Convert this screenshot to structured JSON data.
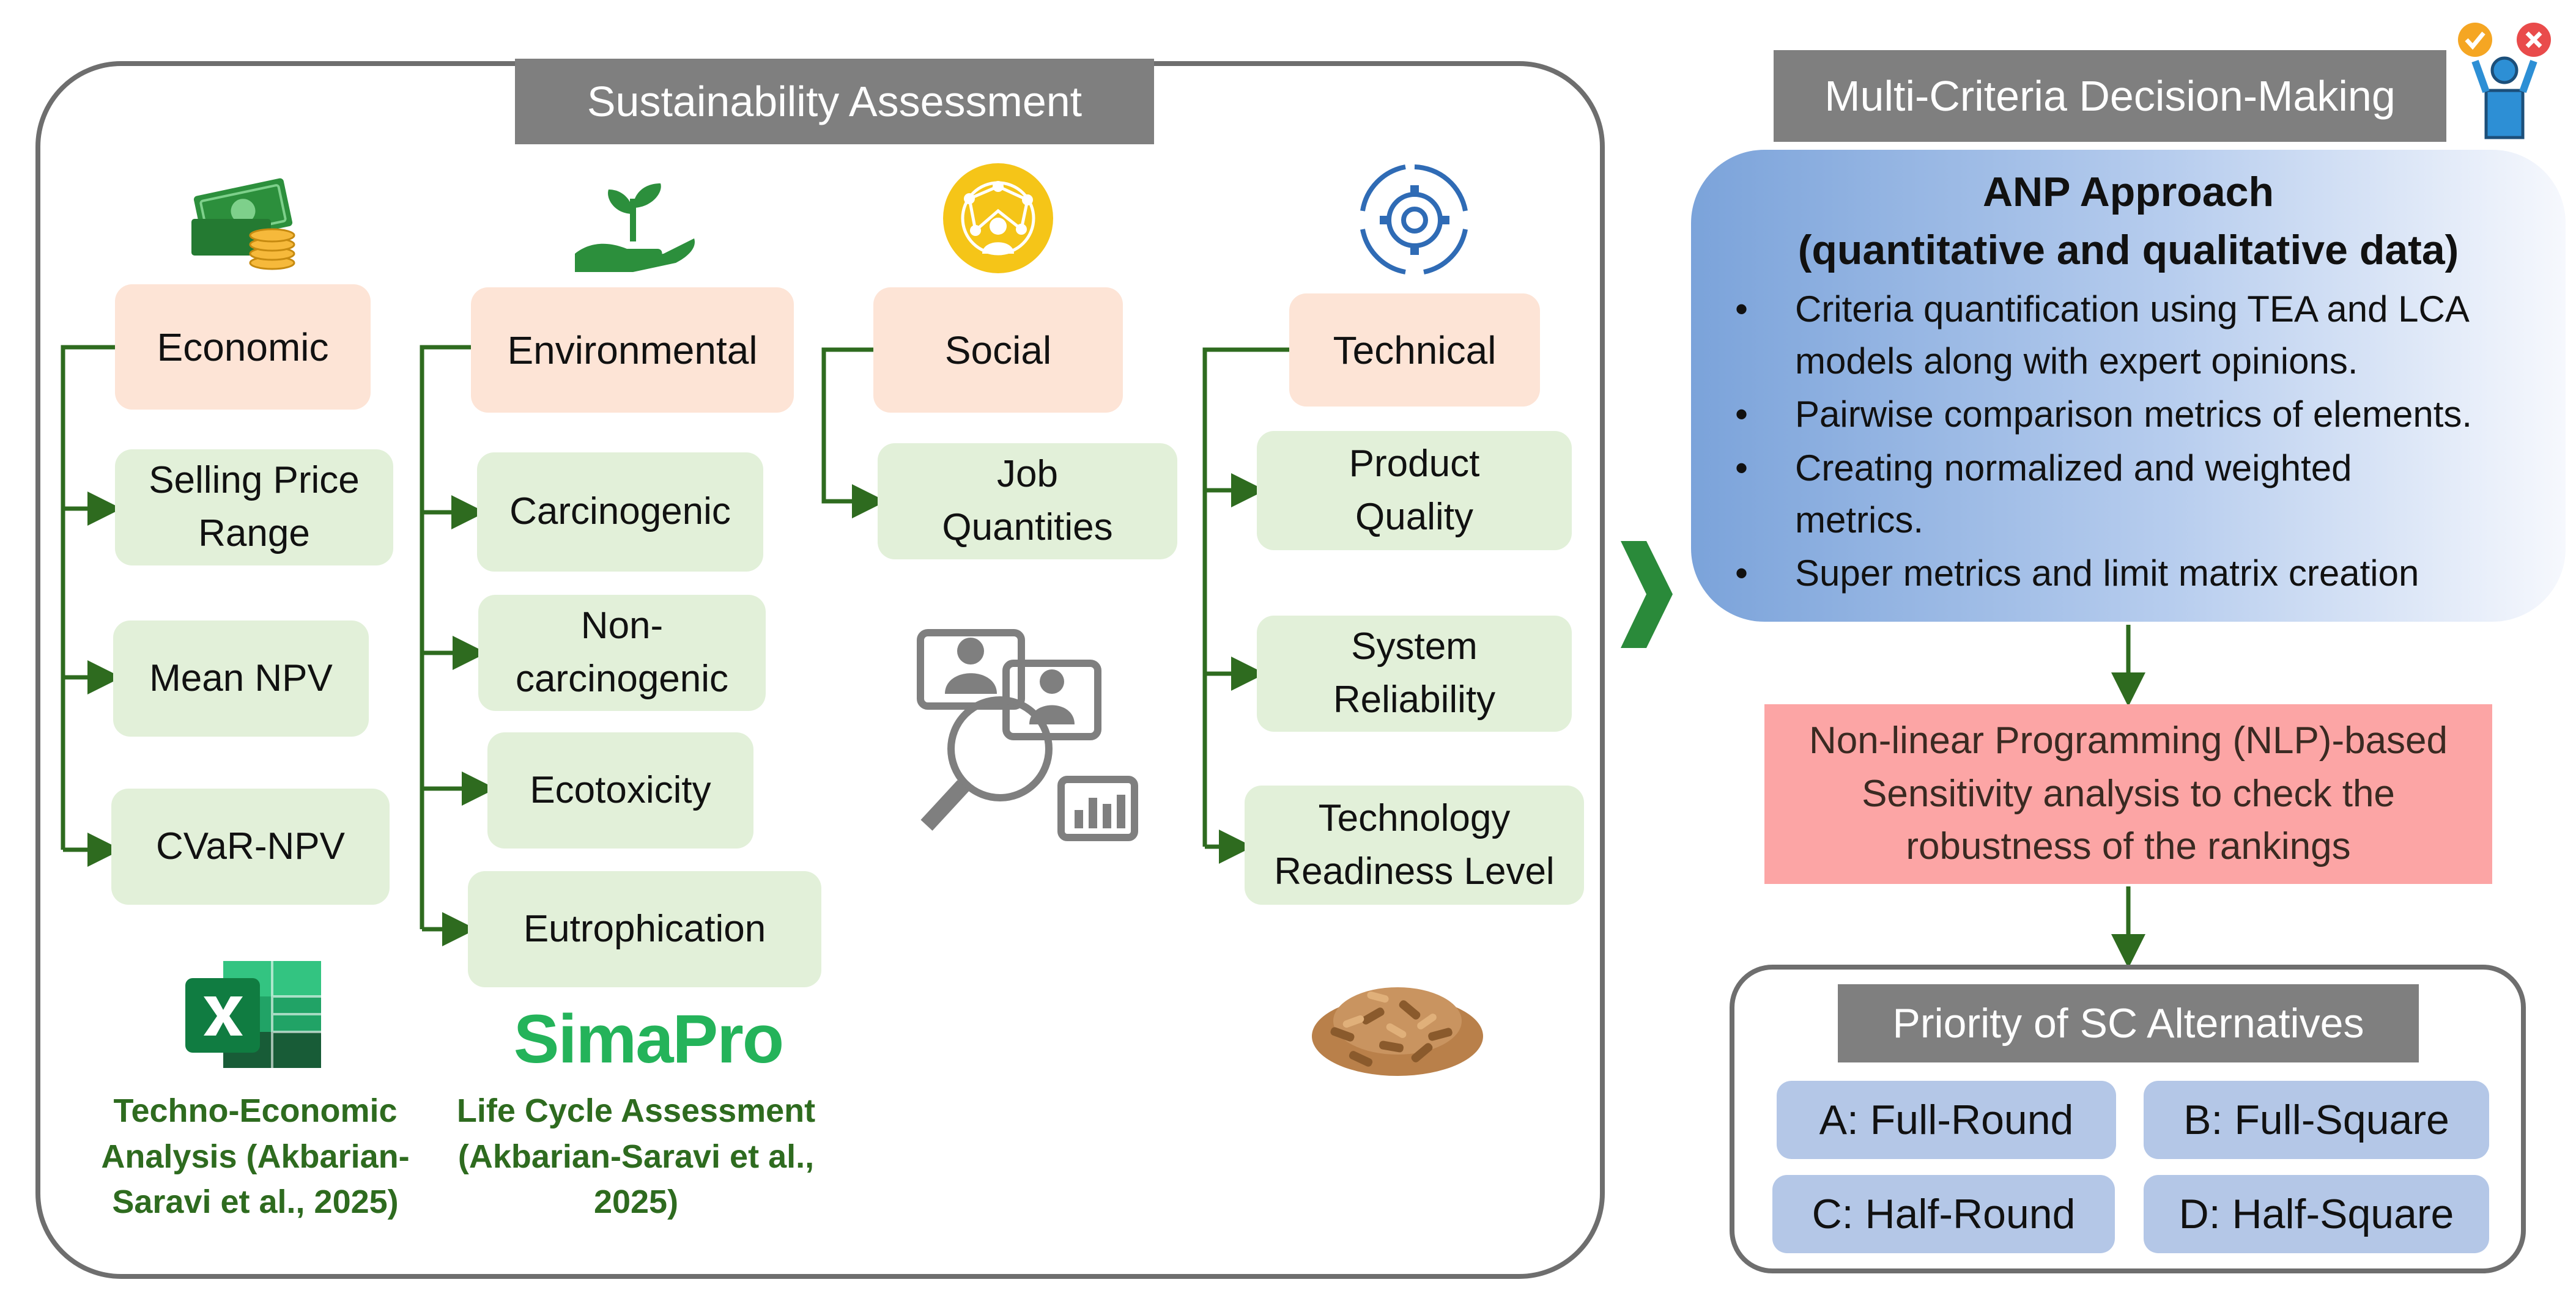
{
  "sustainability": {
    "title": "Sustainability Assessment",
    "categories": {
      "economic": {
        "label": "Economic",
        "items": [
          "Selling Price\nRange",
          "Mean NPV",
          "CVaR-NPV"
        ]
      },
      "environmental": {
        "label": "Environmental",
        "items": [
          "Carcinogenic",
          "Non-\ncarcinogenic",
          "Ecotoxicity",
          "Eutrophication"
        ]
      },
      "social": {
        "label": "Social",
        "items": [
          "Job\nQuantities"
        ]
      },
      "technical": {
        "label": "Technical",
        "items": [
          "Product\nQuality",
          "System\nReliability",
          "Technology\nReadiness Level"
        ]
      }
    },
    "tools": {
      "excel_caption": "Techno-Economic\nAnalysis (Akbarian-\nSaravi et al., 2025)",
      "simapro_logo": "SimaPro",
      "simapro_caption": "Life Cycle Assessment\n(Akbarian-Saravi et al.,\n2025)"
    }
  },
  "mcdm": {
    "title": "Multi-Criteria Decision-Making",
    "anp": {
      "title_line1": "ANP Approach",
      "title_line2": "(quantitative and qualitative data)",
      "bullet_symbol": "•",
      "bullets": [
        "Criteria quantification using TEA and LCA\nmodels along with expert opinions.",
        "Pairwise comparison metrics of elements.",
        "Creating normalized and weighted\nmetrics.",
        "Super metrics and limit matrix creation"
      ]
    },
    "nlp_text": "Non-linear Programming (NLP)-based\nSensitivity analysis to check the\nrobustness of the rankings",
    "priority": {
      "title": "Priority of SC Alternatives",
      "alternatives": [
        "A: Full-Round",
        "B: Full-Square",
        "C: Half-Round",
        "D: Half-Square"
      ]
    }
  },
  "icons": [
    "money-icon",
    "plant-hand-icon",
    "network-people-icon",
    "gear-icon",
    "people-search-icon",
    "excel-icon",
    "pellets-image",
    "decision-person-icon",
    "chevron-right-icon"
  ],
  "colors": {
    "category_fill": "#fde4d6",
    "item_fill": "#e2f0d9",
    "arrow_green": "#2e6b1f",
    "nlp_fill": "#fca5a5",
    "alt_fill": "#b4c7e7",
    "title_gray": "#7f7f7f"
  }
}
